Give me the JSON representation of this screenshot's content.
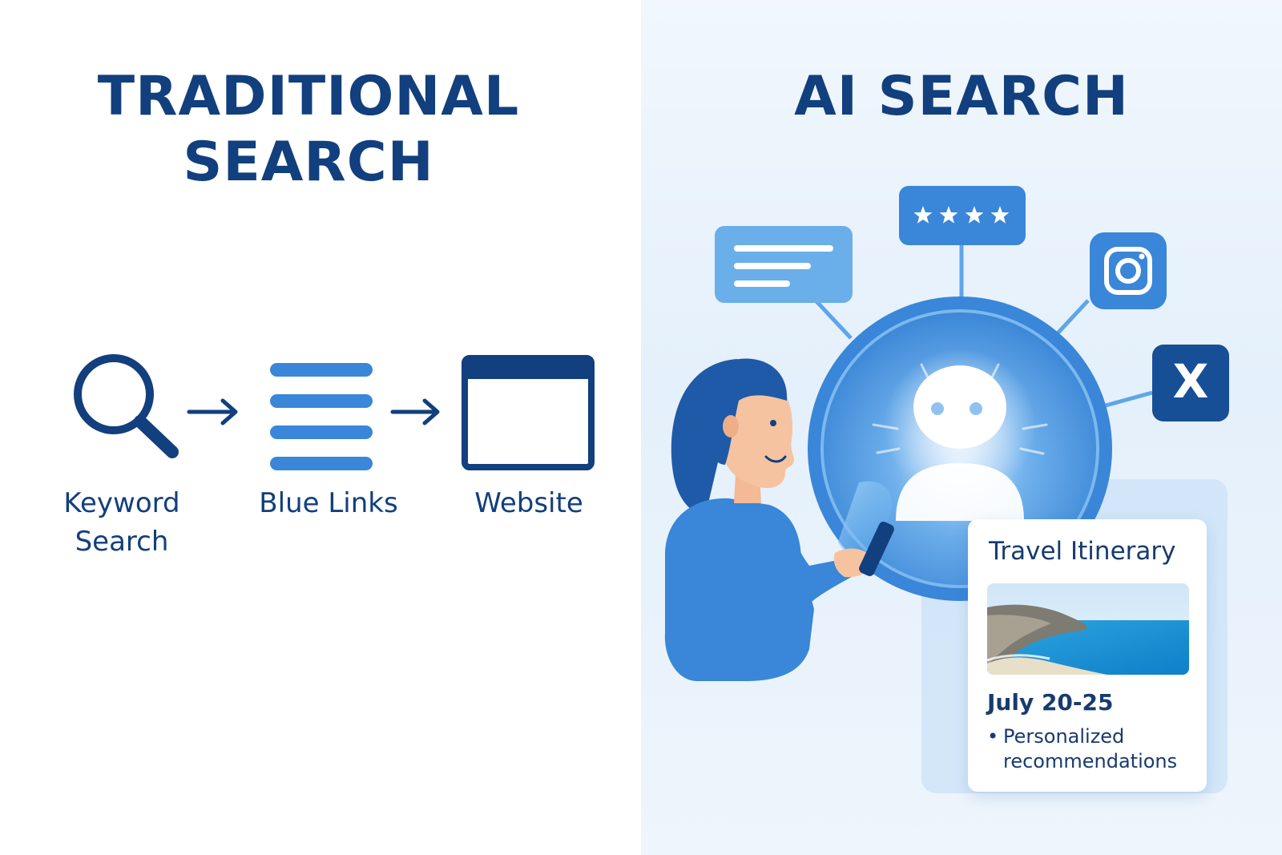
{
  "left": {
    "title_line1": "TRADITIONAL",
    "title_line2": "SEARCH",
    "steps": [
      {
        "label_line1": "Keyword",
        "label_line2": "Search",
        "icon": "magnifier-icon"
      },
      {
        "label_line1": "Blue Links",
        "label_line2": "",
        "icon": "list-lines-icon"
      },
      {
        "label_line1": "Website",
        "label_line2": "",
        "icon": "browser-window-icon"
      }
    ]
  },
  "right": {
    "title": "AI SEARCH",
    "sources": [
      "text-bubble-icon",
      "star-rating-icon",
      "instagram-icon",
      "x-logo-icon"
    ],
    "x_logo_text": "X",
    "card": {
      "title": "Travel Itinerary",
      "date": "July 20-25",
      "bullet": "Personalized recommendations",
      "bullet_mark": "•"
    }
  },
  "colors": {
    "navy": "#123f7d",
    "accent_blue": "#3a86d8",
    "light_blue": "#5fa5e8",
    "background_right": "#e8f2fc"
  }
}
